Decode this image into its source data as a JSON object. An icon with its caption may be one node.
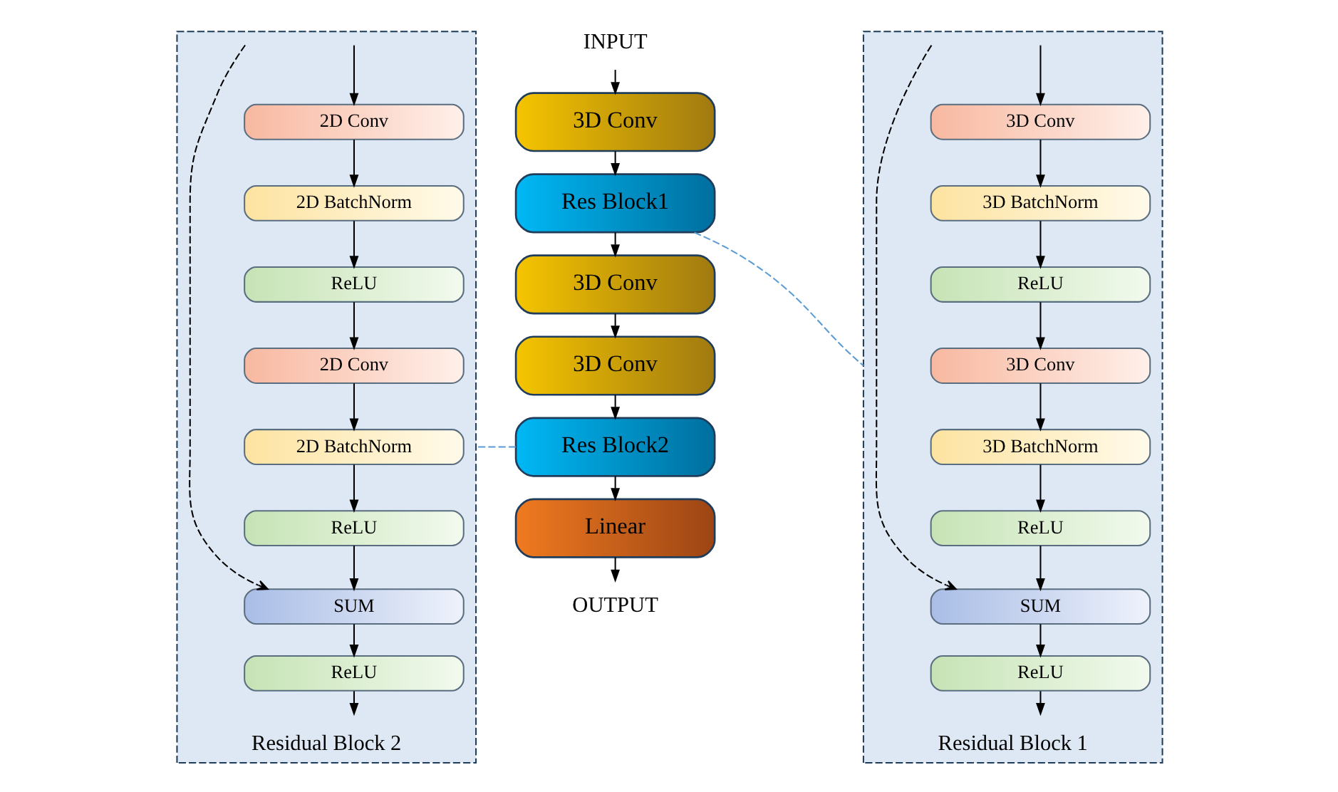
{
  "diagram": {
    "nodes": [
      {
        "text": [
          "Residual Block 2"
        ]
      },
      {
        "text": [
          "2D Conv"
        ],
        "in": 0
      },
      {
        "text": [
          "2D BatchNorm"
        ],
        "in": 0
      },
      {
        "text": [
          "ReLU"
        ],
        "in": 0
      },
      {
        "text": [
          "2D Conv"
        ],
        "in": 0
      },
      {
        "text": [
          "2D BatchNorm"
        ],
        "in": 0
      },
      {
        "text": [
          "ReLU"
        ],
        "in": 0
      },
      {
        "text": [
          "SUM"
        ],
        "in": 0
      },
      {
        "text": [
          "ReLU"
        ],
        "in": 0
      },
      {
        "text": [
          "INPUT"
        ]
      },
      {
        "text": [
          "3D Conv"
        ]
      },
      {
        "text": [
          "Res Block1"
        ]
      },
      {
        "text": [
          "3D Conv"
        ]
      },
      {
        "text": [
          "3D Conv"
        ]
      },
      {
        "text": [
          "Res Block2"
        ]
      },
      {
        "text": [
          "Linear"
        ]
      },
      {
        "text": [
          "OUTPUT"
        ]
      },
      {
        "text": [
          "Residual Block 1"
        ]
      },
      {
        "text": [
          "3D Conv"
        ],
        "in": 17
      },
      {
        "text": [
          "3D BatchNorm"
        ],
        "in": 17
      },
      {
        "text": [
          "ReLU"
        ],
        "in": 17
      },
      {
        "text": [
          "3D Conv"
        ],
        "in": 17
      },
      {
        "text": [
          "3D BatchNorm"
        ],
        "in": 17
      },
      {
        "text": [
          "ReLU"
        ],
        "in": 17
      },
      {
        "text": [
          "SUM"
        ],
        "in": 17
      },
      {
        "text": [
          "ReLU"
        ],
        "in": 17
      }
    ],
    "edges": [
      {
        "from": null,
        "to": 1,
        "arrow": "to"
      },
      {
        "from": 1,
        "to": 2,
        "arrow": "to"
      },
      {
        "from": 2,
        "to": 3,
        "arrow": "to"
      },
      {
        "from": 3,
        "to": 4,
        "arrow": "to"
      },
      {
        "from": 4,
        "to": 5,
        "arrow": "to"
      },
      {
        "from": 5,
        "to": 6,
        "arrow": "to"
      },
      {
        "from": 6,
        "to": 7,
        "arrow": "to"
      },
      {
        "from": 7,
        "to": 8,
        "arrow": "to"
      },
      {
        "from": 8,
        "to": null,
        "arrow": "to"
      },
      {
        "from": null,
        "to": 7,
        "arrow": "to",
        "style": "dashed"
      },
      {
        "from": 9,
        "to": 10,
        "arrow": "to"
      },
      {
        "from": 10,
        "to": 11,
        "arrow": "to"
      },
      {
        "from": 11,
        "to": 12,
        "arrow": "to"
      },
      {
        "from": 12,
        "to": 13,
        "arrow": "to"
      },
      {
        "from": 13,
        "to": 14,
        "arrow": "to"
      },
      {
        "from": 14,
        "to": 15,
        "arrow": "to"
      },
      {
        "from": 15,
        "to": 16,
        "arrow": "to"
      },
      {
        "from": 11,
        "to": 17,
        "arrow": "none",
        "style": "dashed",
        "color": "#5b9bd5"
      },
      {
        "from": 14,
        "to": 0,
        "arrow": "none",
        "style": "dashed",
        "color": "#5b9bd5"
      },
      {
        "from": null,
        "to": 18,
        "arrow": "to"
      },
      {
        "from": 18,
        "to": 19,
        "arrow": "to"
      },
      {
        "from": 19,
        "to": 20,
        "arrow": "to"
      },
      {
        "from": 20,
        "to": 21,
        "arrow": "to"
      },
      {
        "from": 21,
        "to": 22,
        "arrow": "to"
      },
      {
        "from": 22,
        "to": 23,
        "arrow": "to"
      },
      {
        "from": 23,
        "to": 24,
        "arrow": "to"
      },
      {
        "from": 24,
        "to": 25,
        "arrow": "to"
      },
      {
        "from": 25,
        "to": null,
        "arrow": "to"
      },
      {
        "from": null,
        "to": 24,
        "arrow": "to",
        "style": "dashed"
      }
    ]
  }
}
